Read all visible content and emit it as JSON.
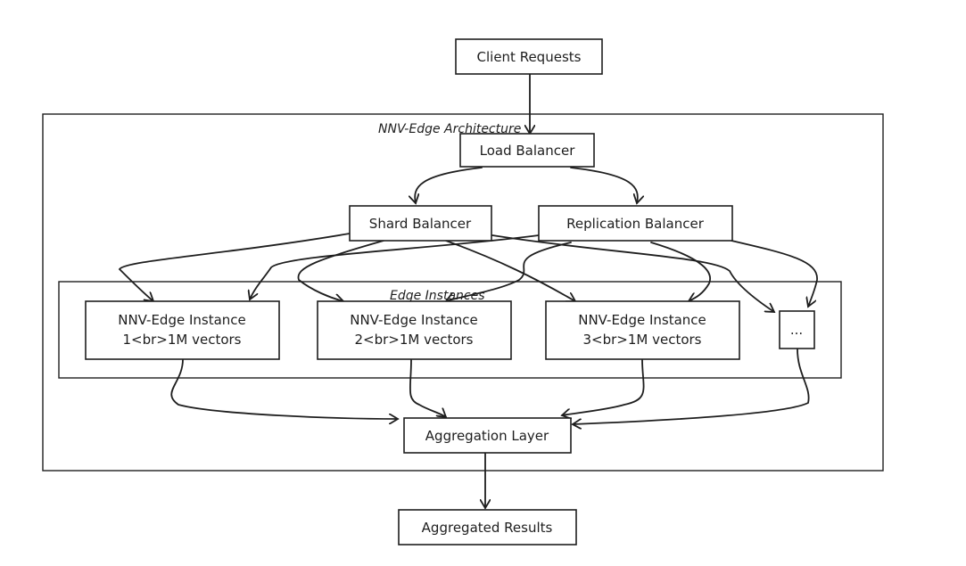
{
  "diagram": {
    "client_requests": "Client Requests",
    "architecture_label": "NNV-Edge Architecture",
    "load_balancer": "Load Balancer",
    "shard_balancer": "Shard Balancer",
    "replication_balancer": "Replication Balancer",
    "edge_instances_label": "Edge Instances",
    "instance_1": {
      "line1": "NNV-Edge Instance",
      "line2": "1<br>1M vectors"
    },
    "instance_2": {
      "line1": "NNV-Edge Instance",
      "line2": "2<br>1M vectors"
    },
    "instance_3": {
      "line1": "NNV-Edge Instance",
      "line2": "3<br>1M vectors"
    },
    "more_instances": "...",
    "aggregation_layer": "Aggregation Layer",
    "aggregated_results": "Aggregated Results"
  }
}
